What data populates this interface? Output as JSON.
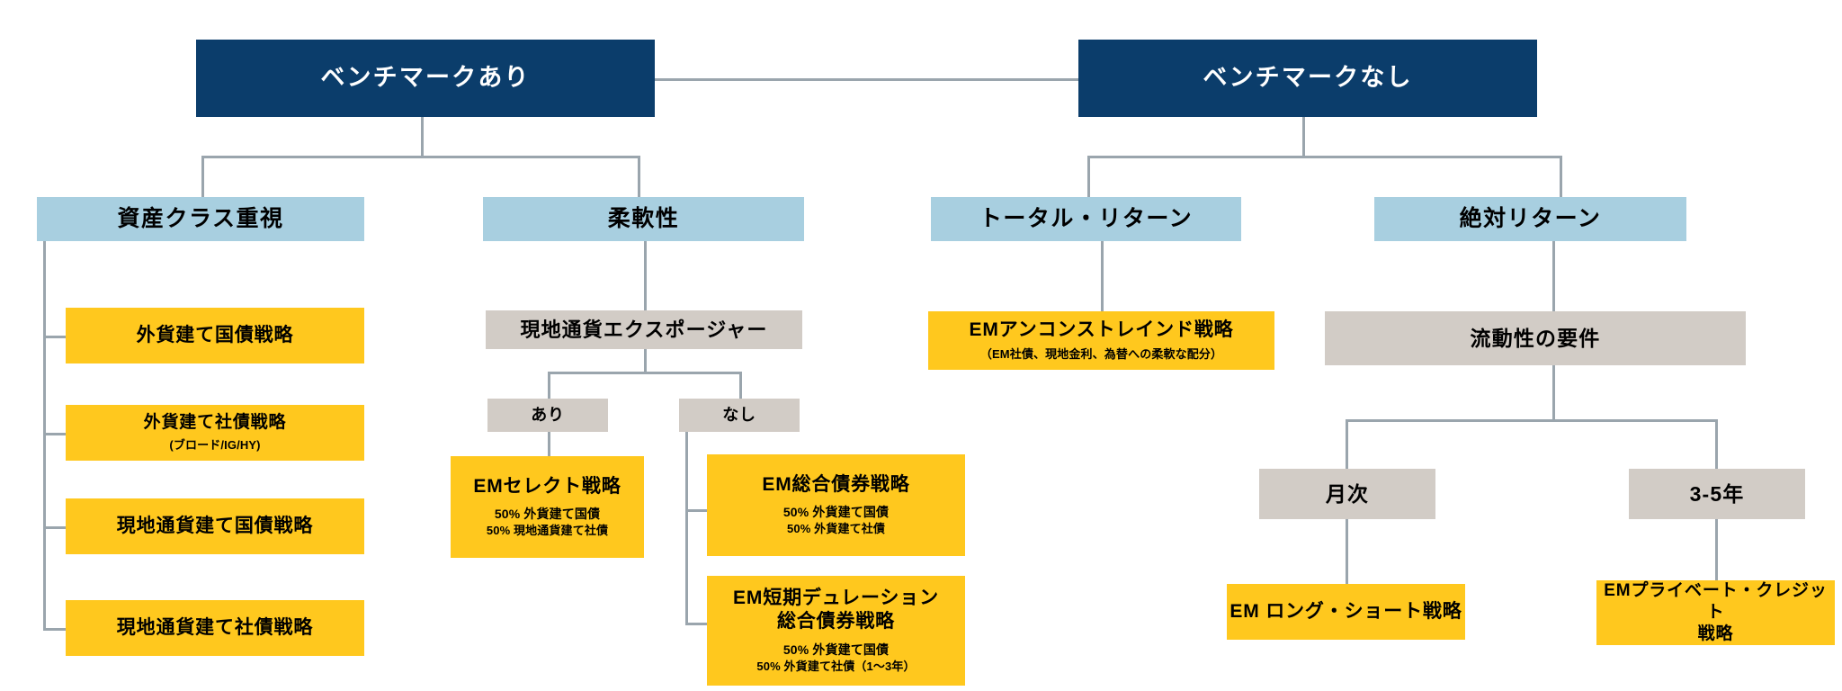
{
  "diagram": {
    "title_level1": [
      {
        "label": "ベンチマークあり"
      },
      {
        "label": "ベンチマークなし"
      }
    ],
    "level2": [
      {
        "label": "資産クラス重視"
      },
      {
        "label": "柔軟性"
      },
      {
        "label": "トータル・リターン"
      },
      {
        "label": "絶対リターン"
      }
    ],
    "asset_class_strategies": [
      {
        "title": "外貨建て国債戦略",
        "sub": ""
      },
      {
        "title": "外貨建て社債戦略",
        "sub": "(ブロード/IG/HY)"
      },
      {
        "title": "現地通貨建て国債戦略",
        "sub": ""
      },
      {
        "title": "現地通貨建て社債戦略",
        "sub": ""
      }
    ],
    "flex_branch": {
      "node": "現地通貨エクスポージャー",
      "options": [
        {
          "label": "あり"
        },
        {
          "label": "なし"
        }
      ],
      "yes_strategy": {
        "title": "EMセレクト戦略",
        "line1": "50%  外貨建て国債",
        "line2": "50%  現地通貨建て社債"
      },
      "no_strategies": [
        {
          "title": "EM総合債券戦略",
          "line1": "50%  外貨建て国債",
          "line2": "50%  外貨建て社債"
        },
        {
          "title_line1": "EM短期デュレーション",
          "title_line2": "総合債券戦略",
          "line1": "50%  外貨建て国債",
          "line2": "50%  外貨建て社債（1〜3年）"
        }
      ]
    },
    "total_return": {
      "strategy": {
        "title": "EMアンコンストレインド戦略",
        "sub": "（EM社債、現地金利、為替への柔軟な配分）"
      }
    },
    "absolute_return": {
      "liquidity_node": "流動性の要件",
      "options": [
        {
          "label": "月次"
        },
        {
          "label": "3-5年"
        }
      ],
      "strategies": [
        {
          "title": "EM ロング・ショート戦略"
        },
        {
          "title_line1": "EMプライベート・クレジット",
          "title_line2": "戦略"
        }
      ]
    },
    "colors": {
      "navy": "#0b3d6b",
      "light_blue": "#a8cfe0",
      "gray": "#d2ccc6",
      "yellow": "#ffc81e",
      "line": "#9aa5ad",
      "background": "#ffffff"
    }
  }
}
